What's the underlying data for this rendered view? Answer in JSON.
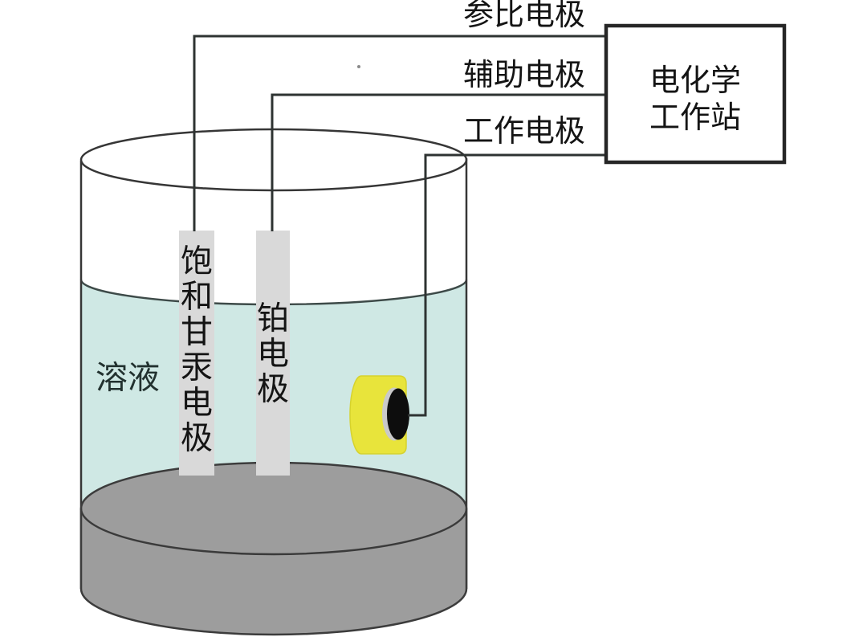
{
  "diagram": {
    "wire_labels": {
      "reference": "参比电极",
      "auxiliary": "辅助电极",
      "working": "工作电极"
    },
    "workstation": {
      "line1": "电化学",
      "line2": "工作站"
    },
    "solution_label": "溶液",
    "calomel_electrode_chars": [
      "饱",
      "和",
      "甘",
      "汞",
      "电",
      "极"
    ],
    "platinum_electrode_chars": [
      "铂",
      "电",
      "极"
    ]
  },
  "colors": {
    "solution": "#cfe8e4",
    "sediment": "#9d9d9d",
    "sediment_outline": "#3c3c3c",
    "electrode_rod": "#d9d9d9",
    "working_body": "#e8e43b",
    "working_face": "#0d0d0d",
    "working_face_highlight": "#c9c9c9",
    "ink": "#2e3332"
  }
}
